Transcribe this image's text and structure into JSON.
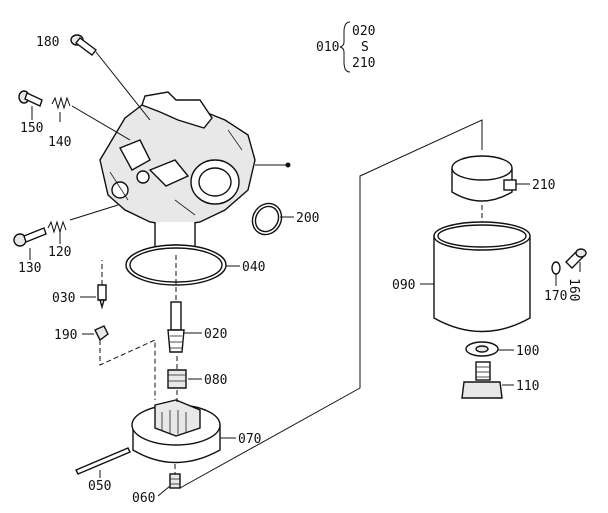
{
  "group": {
    "ref": "010",
    "first": "020",
    "sep": "S",
    "last": "210"
  },
  "labels": {
    "p180": "180",
    "p150": "150",
    "p140": "140",
    "p130": "130",
    "p120": "120",
    "p200": "200",
    "p040": "040",
    "p030": "030",
    "p190": "190",
    "p020": "020",
    "p080": "080",
    "p070": "070",
    "p050": "050",
    "p060": "060",
    "p210": "210",
    "p090": "090",
    "p170": "170",
    "p160": "160",
    "p100": "100",
    "p110": "110"
  }
}
